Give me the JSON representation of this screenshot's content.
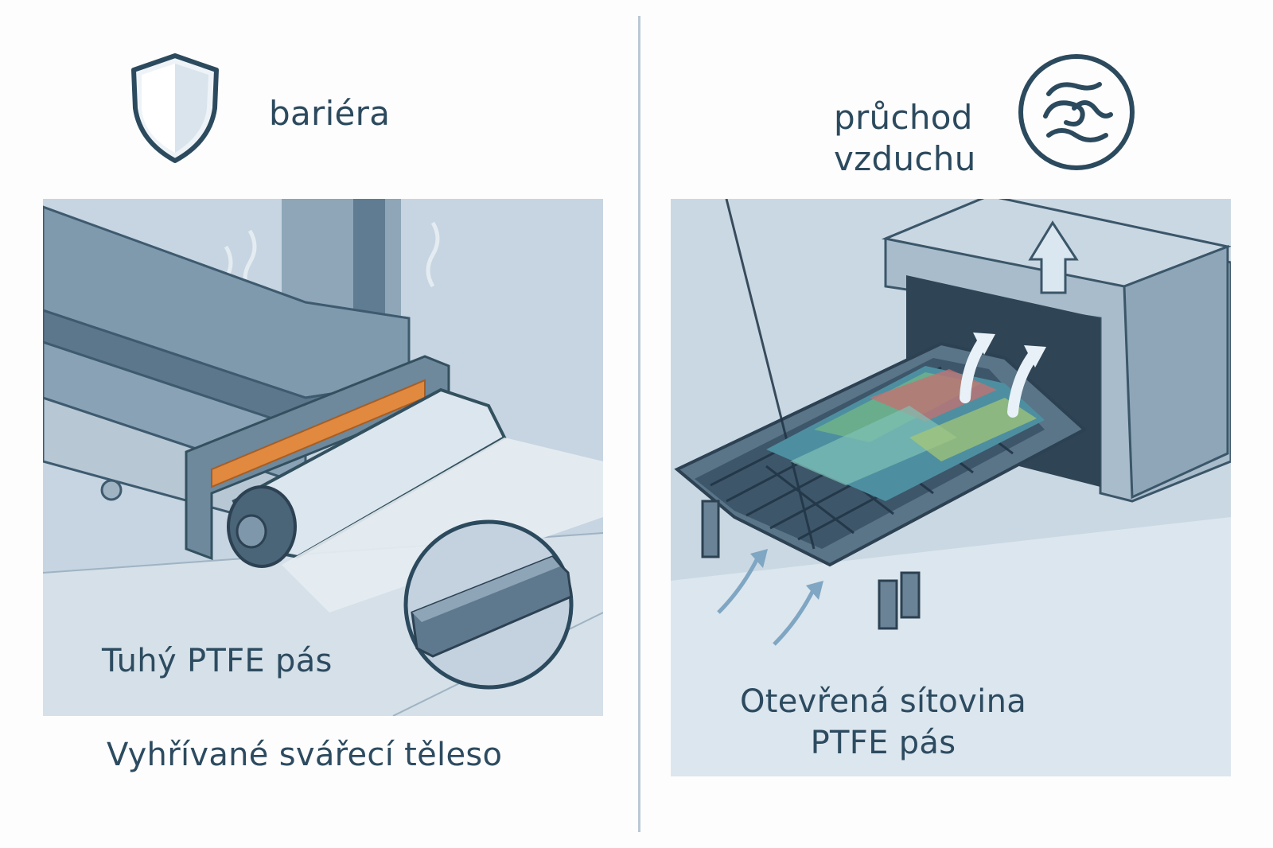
{
  "left": {
    "header": "bariéra",
    "icon": "shield-icon",
    "belt_label": "Tuhý PTFE pás",
    "caption": "Vyhřívané svářecí těleso"
  },
  "right": {
    "header_lines": [
      "průchod",
      "vzduchu"
    ],
    "icon": "airflow-circle-icon",
    "caption_lines": [
      "Otevřená sítovina",
      "PTFE pás"
    ]
  },
  "colors": {
    "ink": "#2c4a5e",
    "panel_bg": "#c9d7e2",
    "accent_orange": "#e0893f",
    "divider": "#b9c8d4"
  }
}
